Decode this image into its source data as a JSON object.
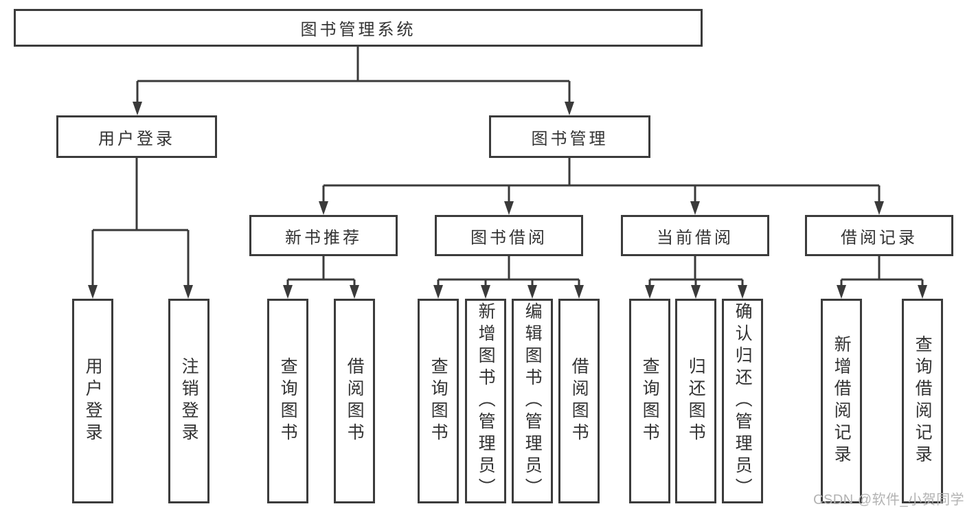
{
  "meta": {
    "type": "hierarchy-diagram",
    "watermark": "CSDN @软件_小贺同学"
  },
  "colors": {
    "background": "#ffffff",
    "line": "#3a3a3a",
    "box_border": "#3b3b3b",
    "box_fill": "#ffffff",
    "text": "#333333",
    "watermark": "#b3b3b3"
  },
  "diagram": {
    "root": {
      "label": "图书管理系统"
    },
    "children": [
      {
        "label": "用户登录",
        "children": [
          {
            "label": "用户登录"
          },
          {
            "label": "注销登录"
          }
        ]
      },
      {
        "label": "图书管理",
        "children": [
          {
            "label": "新书推荐",
            "children": [
              {
                "label": "查询图书"
              },
              {
                "label": "借阅图书"
              }
            ]
          },
          {
            "label": "图书借阅",
            "children": [
              {
                "label": "查询图书"
              },
              {
                "label": "新增图书（管理员）"
              },
              {
                "label": "编辑图书（管理员）"
              },
              {
                "label": "借阅图书"
              }
            ]
          },
          {
            "label": "当前借阅",
            "children": [
              {
                "label": "查询图书"
              },
              {
                "label": "归还图书"
              },
              {
                "label": "确认归还（管理员）"
              }
            ]
          },
          {
            "label": "借阅记录",
            "children": [
              {
                "label": "新增借阅记录"
              },
              {
                "label": "查询借阅记录"
              }
            ]
          }
        ]
      }
    ]
  }
}
